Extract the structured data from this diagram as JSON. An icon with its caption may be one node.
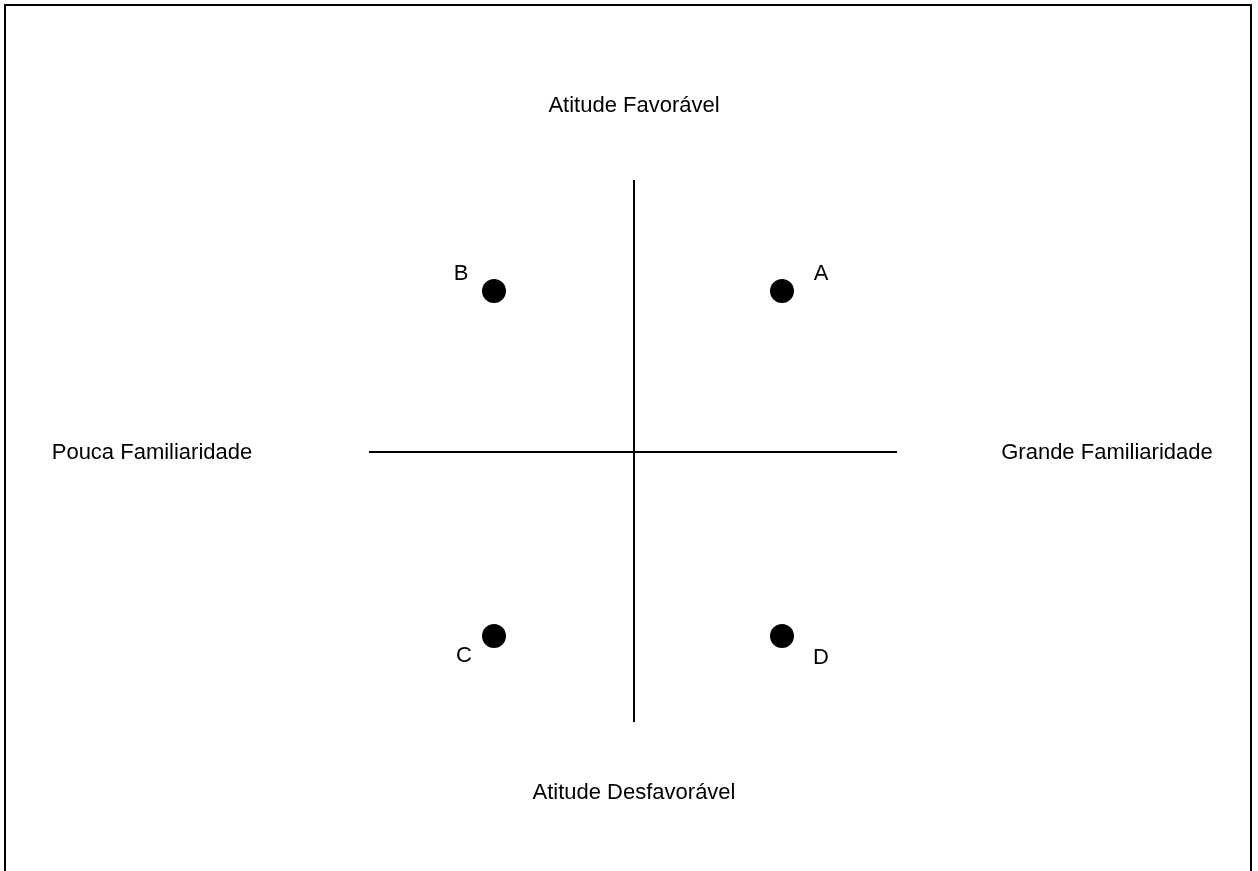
{
  "diagram": {
    "labels": [
      "Atitude Favorável",
      "B",
      "A",
      "Pouca Familiaridade",
      "Grande Familiaridade",
      "C",
      "D",
      "Atitude Desfavorável"
    ]
  }
}
